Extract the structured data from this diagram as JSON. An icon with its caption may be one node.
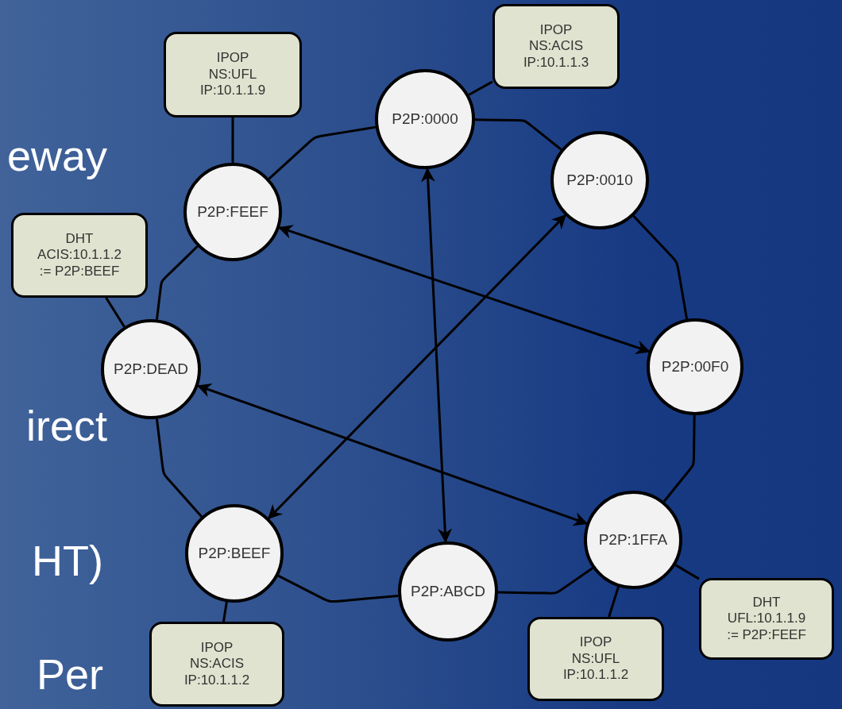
{
  "diagram": {
    "nodes": [
      {
        "text": [
          "IPOP",
          "NS:UFL",
          "IP:10.1.1.9"
        ]
      },
      {
        "text": [
          "IPOP",
          "NS:ACIS",
          "IP:10.1.1.3"
        ]
      },
      {
        "text": [
          "P2P:0000"
        ]
      },
      {
        "text": [
          "P2P:FEEF"
        ]
      },
      {
        "text": [
          "P2P:0010"
        ]
      },
      {
        "text": [
          "DHT",
          "ACIS:10.1.1.2",
          ":= P2P:BEEF"
        ]
      },
      {
        "text": [
          "P2P:DEAD"
        ]
      },
      {
        "text": [
          "P2P:00F0"
        ]
      },
      {
        "text": [
          "P2P:BEEF"
        ]
      },
      {
        "text": [
          "P2P:1FFA"
        ]
      },
      {
        "text": [
          "P2P:ABCD"
        ]
      },
      {
        "text": [
          "DHT",
          "UFL:10.1.1.9",
          ":= P2P:FEEF"
        ]
      },
      {
        "text": [
          "IPOP",
          "NS:ACIS",
          "IP:10.1.1.2"
        ]
      },
      {
        "text": [
          "IPOP",
          "NS:UFL",
          "IP:10.1.1.2"
        ]
      }
    ],
    "edges": [
      {
        "from": 2,
        "to": 4,
        "arrow": "none"
      },
      {
        "from": 4,
        "to": 7,
        "arrow": "none"
      },
      {
        "from": 7,
        "to": 9,
        "arrow": "none"
      },
      {
        "from": 9,
        "to": 10,
        "arrow": "none"
      },
      {
        "from": 10,
        "to": 8,
        "arrow": "none"
      },
      {
        "from": 8,
        "to": 6,
        "arrow": "none"
      },
      {
        "from": 6,
        "to": 3,
        "arrow": "none"
      },
      {
        "from": 3,
        "to": 2,
        "arrow": "none"
      },
      {
        "from": 3,
        "to": 7,
        "arrow": "both"
      },
      {
        "from": 2,
        "to": 10,
        "arrow": "both"
      },
      {
        "from": 4,
        "to": 8,
        "arrow": "both"
      },
      {
        "from": 6,
        "to": 9,
        "arrow": "both"
      },
      {
        "from": 0,
        "to": 3,
        "arrow": "none"
      },
      {
        "from": 1,
        "to": 2,
        "arrow": "none"
      },
      {
        "from": 5,
        "to": 6,
        "arrow": "none"
      },
      {
        "from": 12,
        "to": 8,
        "arrow": "none"
      },
      {
        "from": 13,
        "to": 9,
        "arrow": "none"
      },
      {
        "from": 11,
        "to": 9,
        "arrow": "none"
      }
    ],
    "labels": [
      "eway",
      "irect",
      "HT)",
      "Per"
    ]
  }
}
